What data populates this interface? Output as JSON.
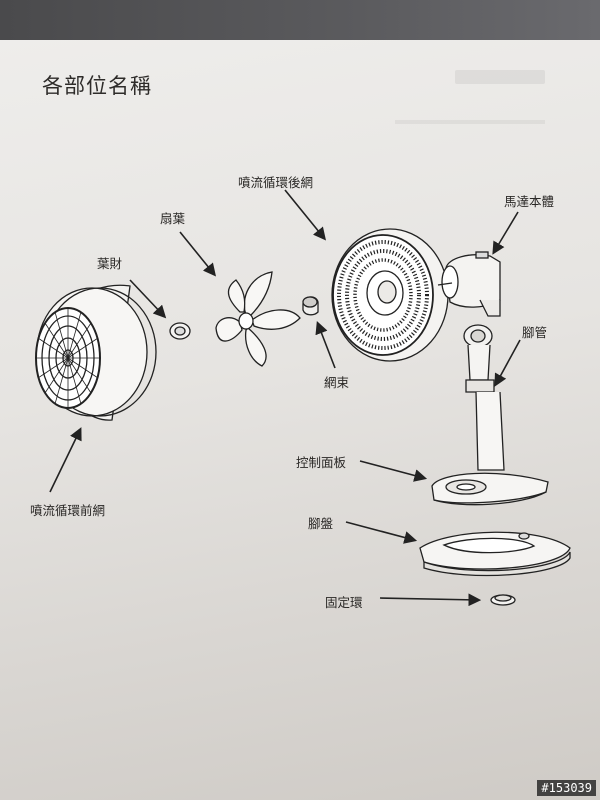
{
  "page": {
    "title": "各部位名稱",
    "watermark_id": "#153039"
  },
  "parts": {
    "front_grille": "噴流循環前網",
    "blade_cap": "葉財",
    "blade": "扇葉",
    "rear_grille": "噴流循環後網",
    "grille_ring": "網束",
    "motor": "馬達本體",
    "pole": "腳管",
    "control_panel": "控制面板",
    "base": "腳盤",
    "fixing_ring": "固定環"
  }
}
